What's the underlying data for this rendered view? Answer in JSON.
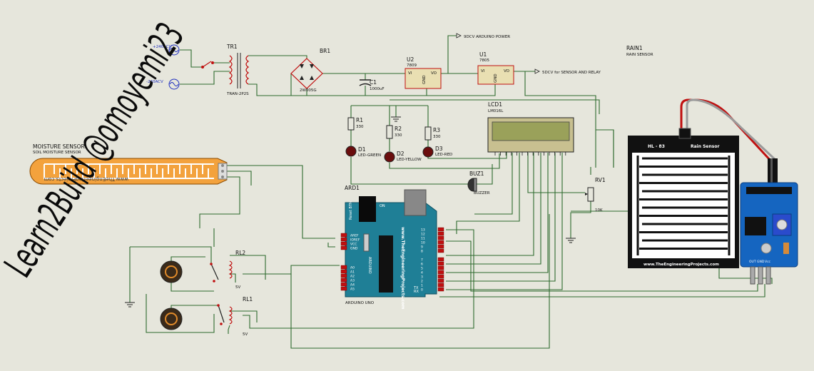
{
  "watermark": "Learn2Build @omoyemi23",
  "colors": {
    "wire": "#2e6b2e",
    "background": "#e6e6dc",
    "arduino": "#1f7f96",
    "lcd_screen": "#9aa15a",
    "rain_board": "#ffffff",
    "module_board": "#1565c0"
  },
  "power": {
    "ac_live": "+240ACV",
    "ac_neutral": "-240ACV",
    "transformer": {
      "ref": "TR1",
      "value": "TRAN-2P2S"
    },
    "bridge": {
      "ref": "BR1",
      "value": "2W005G"
    },
    "capacitor": {
      "ref": "C1",
      "value": "1000uF"
    },
    "reg_u2": {
      "ref": "U2",
      "value": "7809",
      "pin_vi": "VI",
      "pin_vo": "VO",
      "pin_gnd": "GND"
    },
    "reg_u1": {
      "ref": "U1",
      "value": "7805",
      "pin_vi": "VI",
      "pin_vo": "VO",
      "pin_gnd": "GND"
    },
    "out_arduino": "9DCV ARDUINO POWER",
    "out_sensor": "5DCV for SENSOR AND RELAY"
  },
  "leds": [
    {
      "r_ref": "R1",
      "r_val": "330",
      "d_ref": "D1",
      "d_val": "LED-GREEN"
    },
    {
      "r_ref": "R2",
      "r_val": "330",
      "d_ref": "D2",
      "d_val": "LED-YELLOW"
    },
    {
      "r_ref": "R3",
      "r_val": "330",
      "d_ref": "D3",
      "d_val": "LED-RED"
    }
  ],
  "lcd": {
    "ref": "LCD1",
    "value": "LM016L"
  },
  "moisture": {
    "title": "MOISTURE SENSOR",
    "subtitle": "SOIL MOISTURE SENSOR",
    "board_text": "www.TheEngineeringProjects.com"
  },
  "buzzer": {
    "ref": "BUZ1",
    "value": "BUZZER"
  },
  "pot": {
    "ref": "RV1",
    "value": "10K"
  },
  "arduino": {
    "ref": "ARD1",
    "value": "ARDUINO UNO",
    "reset_label": "Reset BTN",
    "on_label": "ON",
    "vertical_text": "www.TheEngineeringProjects.com",
    "side_text": "ARDUINO",
    "left_pins": [
      "AREF",
      "IOREF",
      "VCC",
      "GND"
    ],
    "analog_pins": [
      "A0",
      "A1",
      "A2",
      "A3",
      "A4",
      "A5"
    ],
    "digital_pins_a": [
      "13",
      "12",
      "11",
      "10",
      "9",
      "8"
    ],
    "digital_pins_b": [
      "7",
      "6",
      "5",
      "4",
      "3",
      "2",
      "1",
      "0"
    ],
    "tx": "TX",
    "rx": "RX"
  },
  "relays": [
    {
      "ref": "RL2",
      "value": "5V"
    },
    {
      "ref": "RL1",
      "value": "5V"
    }
  ],
  "rain": {
    "ref": "RAIN1",
    "value": "RAIN SENSOR",
    "plate_model": "HL - 83",
    "plate_title": "Rain Sensor",
    "plate_url": "www.TheEngineeringProjects.com",
    "module_pins": [
      "OUT",
      "GND",
      "Vcc"
    ]
  }
}
